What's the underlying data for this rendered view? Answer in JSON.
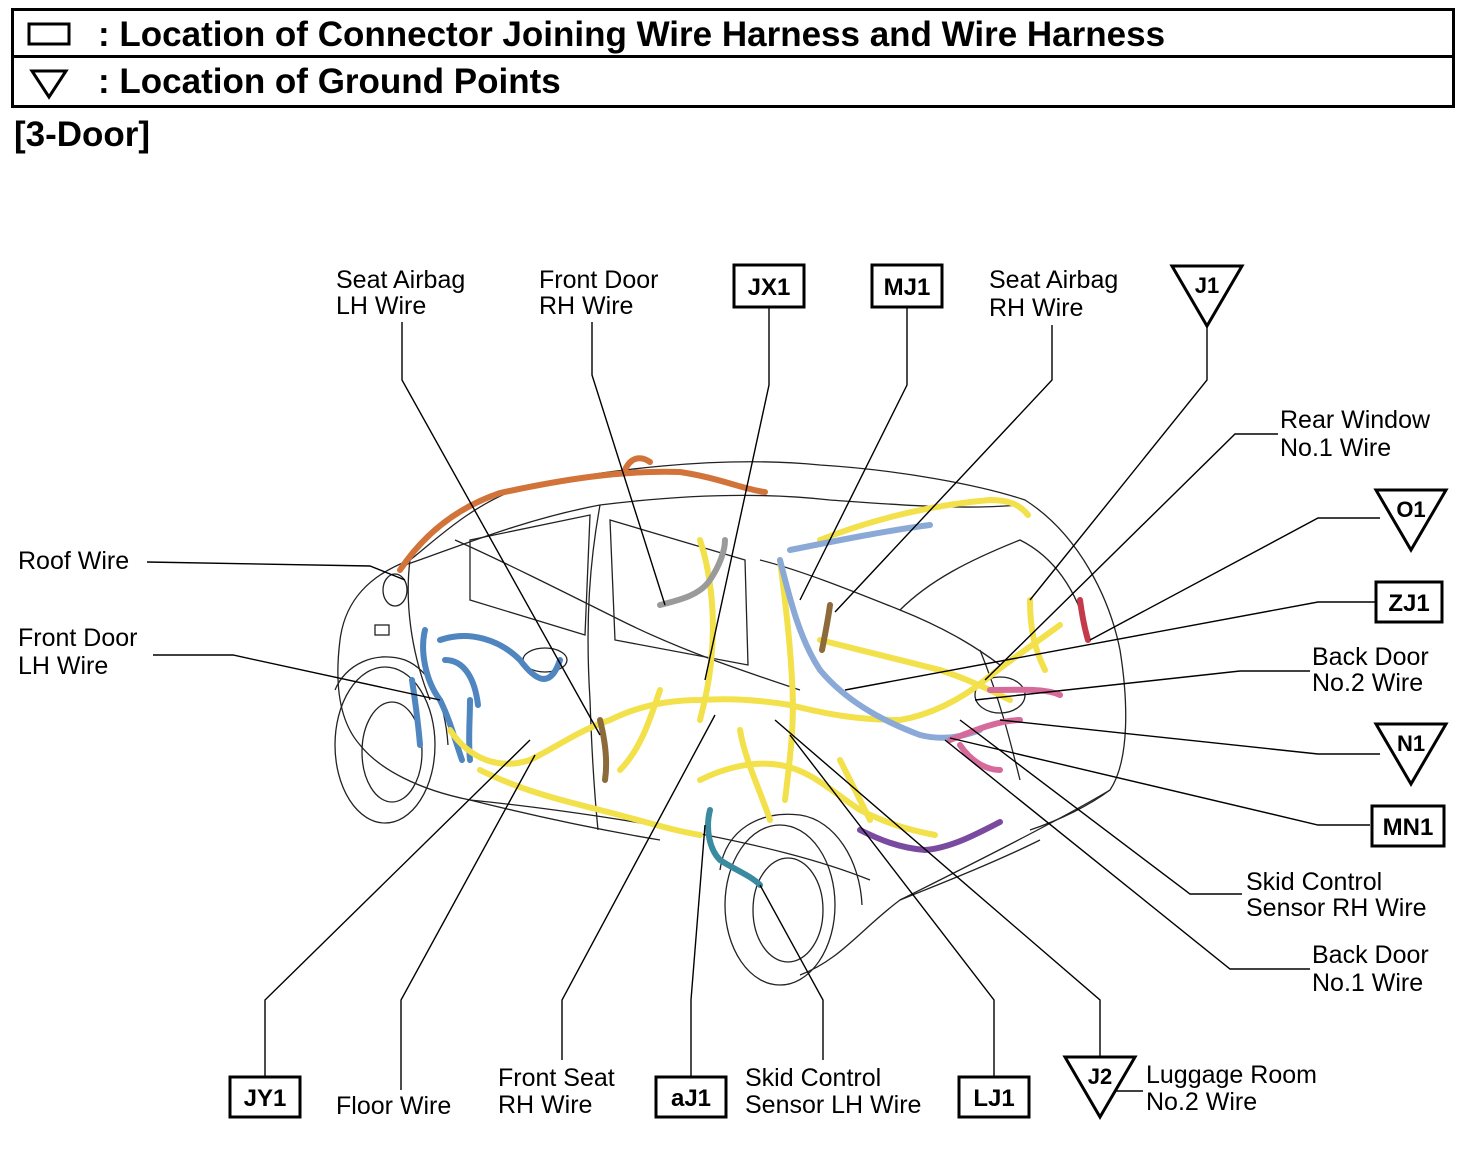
{
  "legend": {
    "connector_text": ": Location of Connector Joining Wire Harness and Wire Harness",
    "ground_text": ": Location of Ground Points"
  },
  "section_title": "[3-Door]",
  "labels": {
    "seat_airbag_lh": [
      "Seat Airbag",
      "LH Wire"
    ],
    "front_door_rh": [
      "Front Door",
      "RH Wire"
    ],
    "seat_airbag_rh": [
      "Seat Airbag",
      "RH Wire"
    ],
    "rear_window": [
      "Rear Window",
      "No.1 Wire"
    ],
    "roof_wire": [
      "Roof Wire"
    ],
    "front_door_lh": [
      "Front Door",
      "LH Wire"
    ],
    "back_door_no2": [
      "Back Door",
      "No.2 Wire"
    ],
    "skid_rh": [
      "Skid Control",
      "Sensor RH Wire"
    ],
    "back_door_no1": [
      "Back Door",
      "No.1 Wire"
    ],
    "luggage_room": [
      "Luggage Room",
      "No.2 Wire"
    ],
    "skid_lh": [
      "Skid Control",
      "Sensor LH Wire"
    ],
    "front_seat_rh": [
      "Front Seat",
      "RH Wire"
    ],
    "floor_wire": [
      "Floor Wire"
    ]
  },
  "connectors": {
    "jx1": "JX1",
    "mj1": "MJ1",
    "zj1": "ZJ1",
    "mn1": "MN1",
    "jy1": "JY1",
    "aj1": "aJ1",
    "lj1": "LJ1"
  },
  "grounds": {
    "j1": "J1",
    "o1": "O1",
    "n1": "N1",
    "j2": "J2"
  },
  "wire_colors": {
    "floor": "#f2e14a",
    "roof": "#d2733a",
    "front_door_lh": "#4f86bf",
    "seat_airbag": "#8c6a3a",
    "rear_wire": "#8aa9d6",
    "back_door": "#d66a9a",
    "skid_lh": "#3a8aa0",
    "luggage": "#7a4aa0",
    "rear_window": "#c43a4a",
    "front_door_rh": "#9a9a9a"
  }
}
